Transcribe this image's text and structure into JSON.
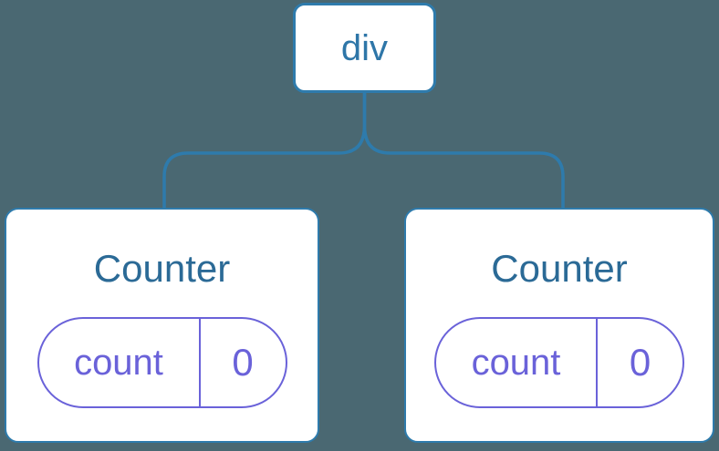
{
  "diagram": {
    "root": {
      "label": "div"
    },
    "children": [
      {
        "title": "Counter",
        "state": {
          "name": "count",
          "value": "0"
        }
      },
      {
        "title": "Counter",
        "state": {
          "name": "count",
          "value": "0"
        }
      }
    ]
  },
  "colors": {
    "background": "#4a6872",
    "connector_blue": "#2e7bac",
    "root_text_blue": "#2e76a8",
    "title_blue": "#2b6a96",
    "state_purple": "#6a62d9",
    "card_background": "#ffffff"
  }
}
